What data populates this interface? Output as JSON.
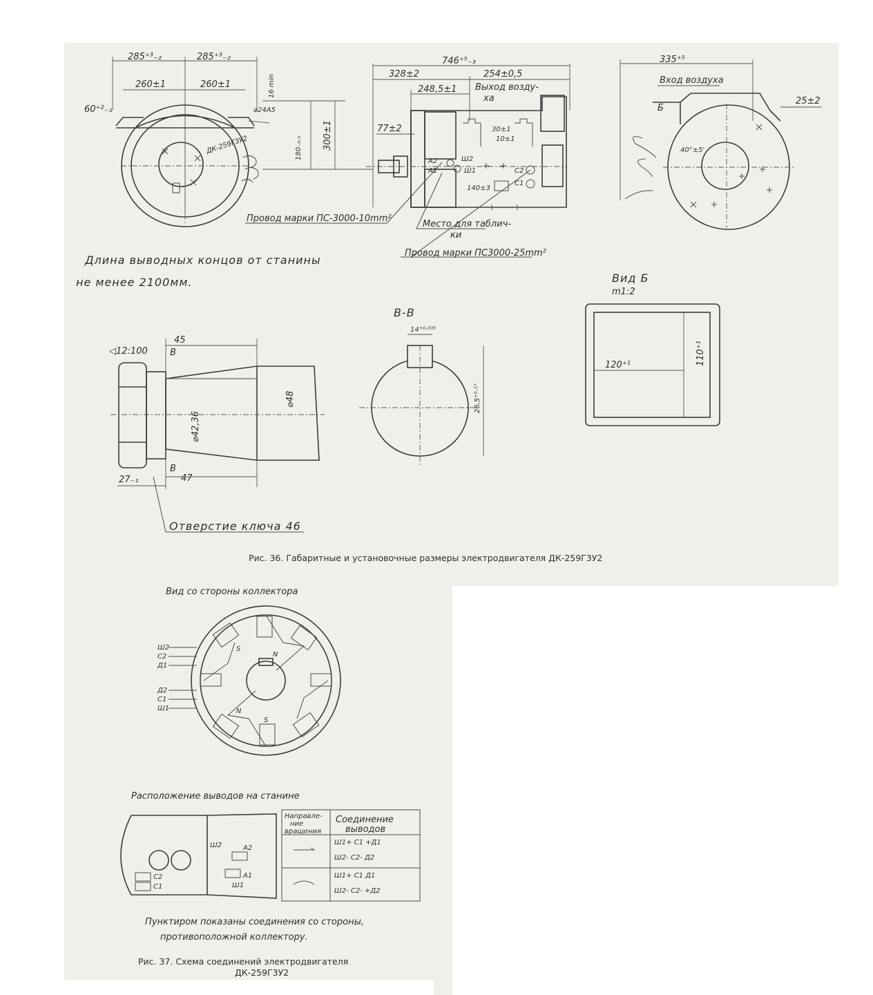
{
  "fig36": {
    "caption": "Рис. 36. Габаритные и установочные размеры электродвигателя ДК-259Г3У2",
    "front_view": {
      "dims": [
        "285⁺³₋₂",
        "285⁺³₋₂",
        "260±1",
        "260±1",
        "60⁺²₋₁",
        "16 min",
        "⌀24А5",
        "180₋₀.₅",
        "300±1"
      ],
      "nameplate": "ДК-259Г3У2"
    },
    "side_view": {
      "dims": [
        "746⁺⁵₋₃",
        "328±2",
        "254±0,5",
        "248,5±1",
        "Выход возду-",
        "ха",
        "77±2",
        "30±1",
        "10±1",
        "140±3"
      ],
      "terminals": [
        "А2",
        "А1",
        "Ш2",
        "Ш1",
        "С2",
        "С1"
      ]
    },
    "end_view": {
      "dims": [
        "335⁺⁵",
        "Вход воздуха",
        "Б",
        "25±2",
        "40°±5'"
      ]
    },
    "leaders": {
      "wire1": "Провод марки ПС-3000-10mm²",
      "place": "Место для таблич-",
      "place2": "ки",
      "wire2": "Провод марки ПС3000-25mm²"
    },
    "note_line1": "Длина выводных концов от станины",
    "note_line2": "не менее 2100мм.",
    "shaft": {
      "taper": "◁12:100",
      "dims": [
        "45",
        "В",
        "В",
        "47",
        "27₋₁",
        "⌀42,36",
        "⌀48"
      ],
      "key_hole": "Отверстие ключа 46"
    },
    "section": {
      "title": "В-В",
      "dims": [
        "14⁺⁰·⁰³⁵",
        "26,5⁺⁰·¹⁷"
      ]
    },
    "view_b": {
      "title": "Вид Б",
      "scale": "m1:2",
      "dims": [
        "120⁺¹",
        "110⁺¹"
      ]
    }
  },
  "fig37": {
    "collector_title": "Вид со стороны коллектора",
    "left_leads_top": [
      "Ш2",
      "С2",
      "Д1"
    ],
    "left_leads_bottom": [
      "Д2",
      "С1",
      "Ш1"
    ],
    "poles": [
      "N",
      "S",
      "N",
      "S"
    ],
    "layout_title": "Расположение выводов на станине",
    "terminal_labels": [
      "С2",
      "С1",
      "Ш2",
      "А2",
      "А1",
      "Ш1"
    ],
    "table": {
      "col1": [
        "Направле-",
        "ние",
        "вращения"
      ],
      "col2": [
        "Соединение",
        "выводов"
      ],
      "rows": [
        [
          "Ш1+ С1 +Д1",
          "Ш2- С2- Д2"
        ],
        [
          "Ш1+ С1 Д1",
          "Ш2- С2- +Д2"
        ]
      ]
    },
    "note_line1": "Пунктиром показаны соединения со стороны,",
    "note_line2": "противоположной коллектору.",
    "caption_line1": "Рис. 37. Схема соединений электродвигателя",
    "caption_line2": "ДК-259Г3У2"
  }
}
